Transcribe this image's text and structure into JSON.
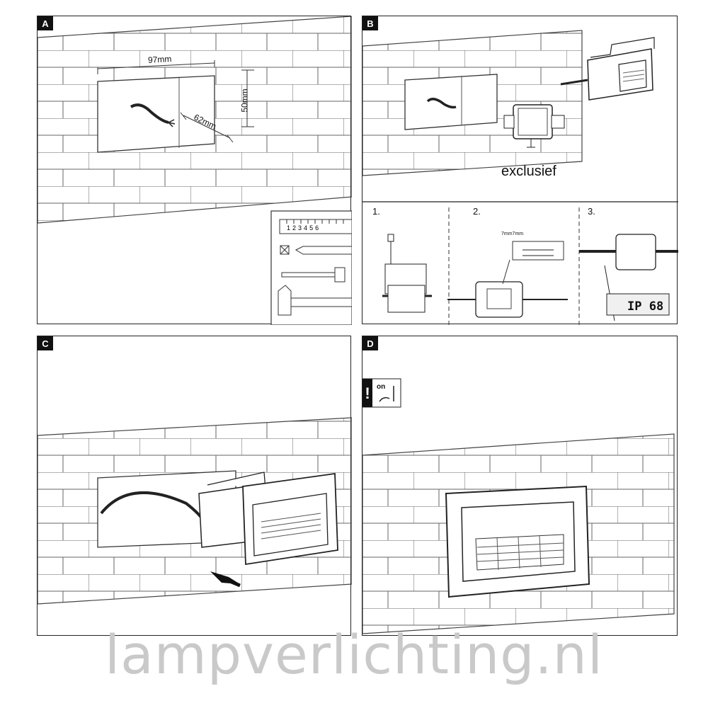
{
  "panels": {
    "a": {
      "badge": "A",
      "width_label": "97mm",
      "height_label": "50mm",
      "depth_label": "62mm",
      "ruler_digits": [
        "1",
        "2",
        "3",
        "4",
        "5",
        "6"
      ]
    },
    "b": {
      "badge": "B",
      "note": "exclusief",
      "steps": [
        "1.",
        "2.",
        "3."
      ],
      "strip_label": "7mm7mm",
      "ip_rating": "IP 68"
    },
    "c": {
      "badge": "C"
    },
    "d": {
      "badge": "D",
      "warning_text": "on"
    }
  },
  "watermark": "lampverlichting.nl"
}
